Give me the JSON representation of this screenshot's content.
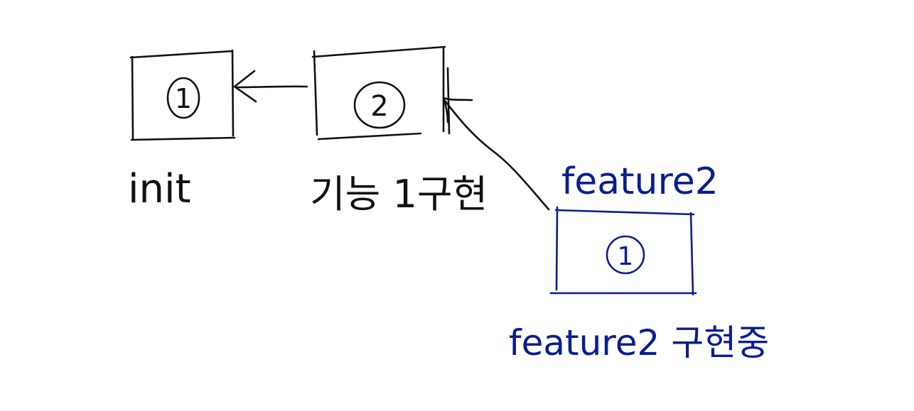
{
  "colors": {
    "black_ink": "#111111",
    "blue_ink": "#0a1d8f",
    "background": "#ffffff"
  },
  "nodes": [
    {
      "id": "commit-1",
      "number": "1",
      "label": "init",
      "ink": "black"
    },
    {
      "id": "commit-2",
      "number": "2",
      "label": "기능 1구현",
      "ink": "black"
    },
    {
      "id": "commit-feature2-1",
      "number": "1",
      "label": "feature2 구현중",
      "branch_label": "feature2",
      "ink": "blue"
    }
  ],
  "edges": [
    {
      "from": "commit-2",
      "to": "commit-1"
    },
    {
      "from": "commit-feature2-1",
      "to": "commit-2"
    }
  ]
}
